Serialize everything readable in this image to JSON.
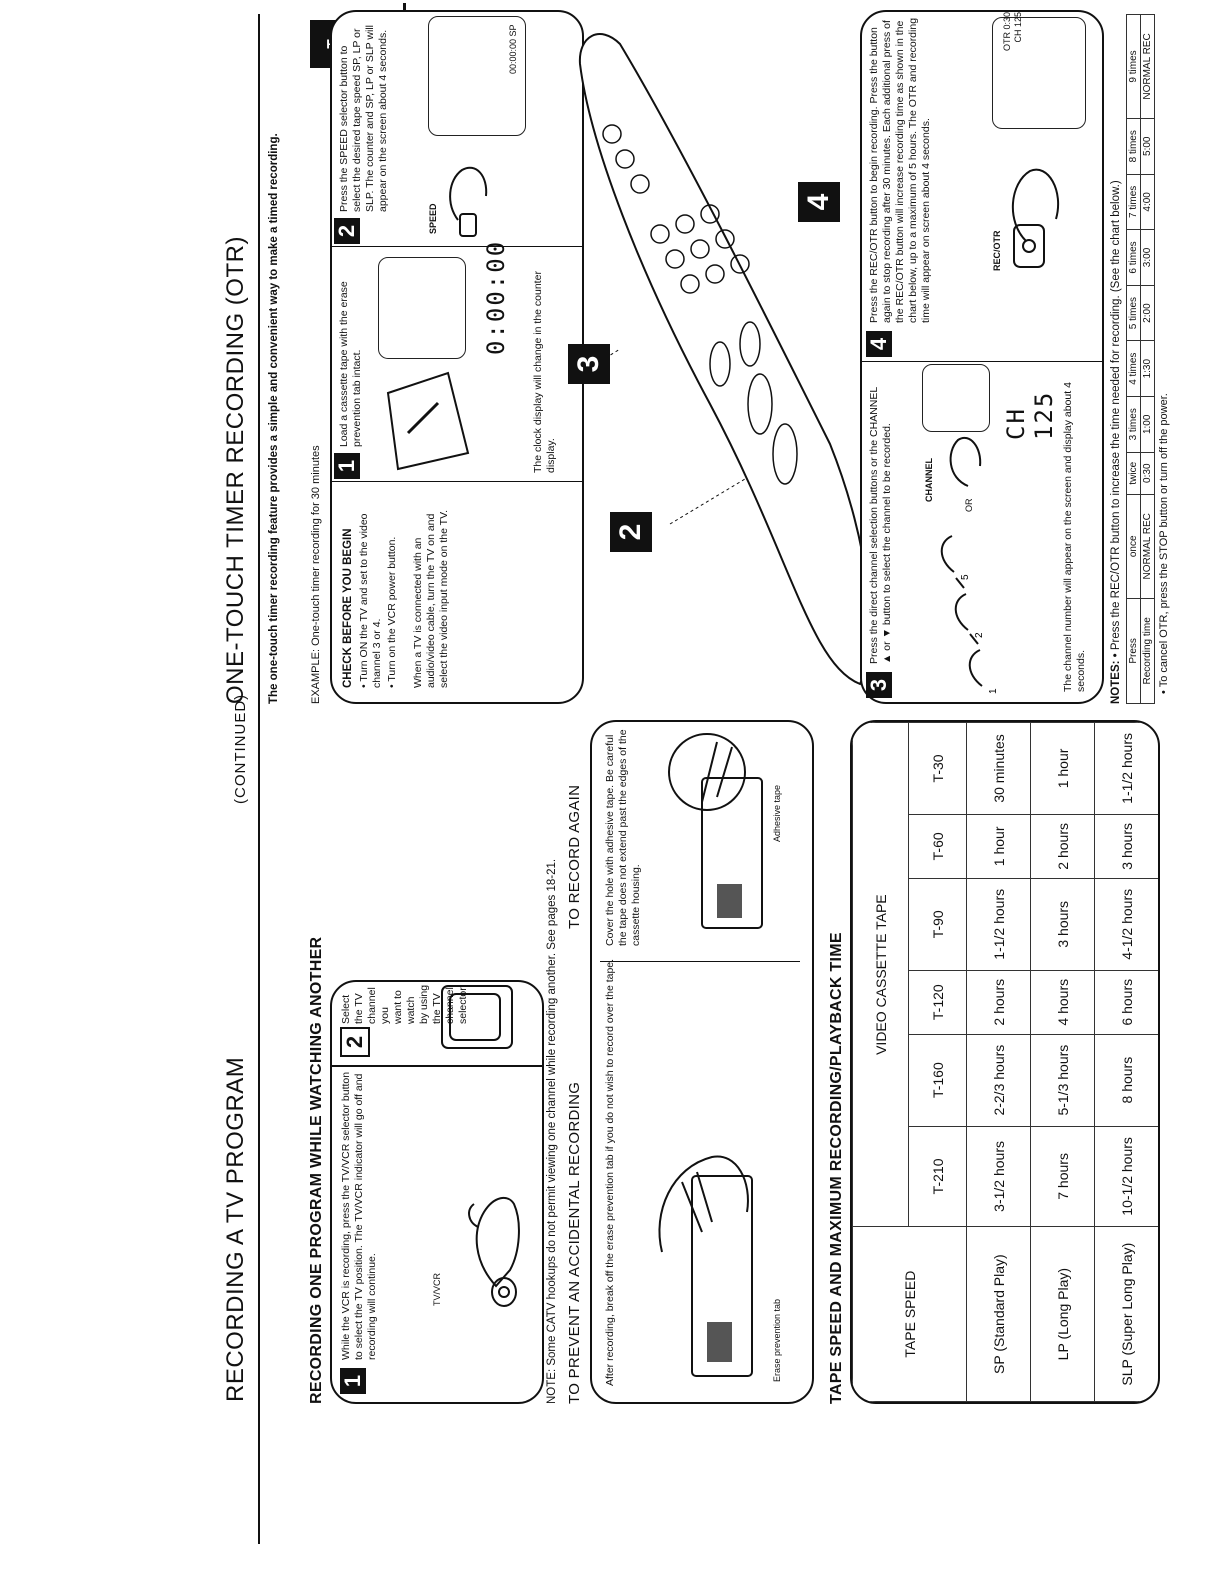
{
  "left": {
    "title": "RECORDING A TV PROGRAM",
    "continued": "(CONTINUED)",
    "watch": {
      "heading": "RECORDING ONE PROGRAM WHILE WATCHING ANOTHER",
      "step1": {
        "num": "1",
        "text": "While the VCR is recording, press the TV/VCR selector button to select the TV position. The TV/VCR indicator will go off and recording will continue.",
        "button_label": "TV/VCR"
      },
      "step2": {
        "num": "2",
        "text": "Select the TV channel you want to watch by using the TV channel selector."
      }
    },
    "note": "NOTE: Some CATV hookups do not permit viewing one channel while recording another. See pages 18-21.",
    "prevent": {
      "heading": "TO PREVENT AN ACCIDENTAL RECORDING",
      "text": "After recording, break off the erase prevention tab if you do not wish to record over the tape.",
      "callout": "Erase prevention tab"
    },
    "record_again": {
      "heading": "TO RECORD AGAIN",
      "text": "Cover the hole with adhesive tape. Be careful the tape does not extend past the edges of the cassette housing.",
      "callout": "Adhesive tape"
    },
    "tape_table": {
      "heading": "TAPE SPEED AND MAXIMUM RECORDING/PLAYBACK TIME",
      "corner": "TAPE SPEED",
      "group": "VIDEO CASSETTE TAPE",
      "columns": [
        "T-210",
        "T-160",
        "T-120",
        "T-90",
        "T-60",
        "T-30"
      ],
      "rows": [
        {
          "speed": "SP (Standard Play)",
          "values": [
            "3-1/2 hours",
            "2-2/3 hours",
            "2 hours",
            "1-1/2 hours",
            "1 hour",
            "30 minutes"
          ]
        },
        {
          "speed": "LP (Long Play)",
          "values": [
            "7 hours",
            "5-1/3 hours",
            "4 hours",
            "3 hours",
            "2 hours",
            "1 hour"
          ]
        },
        {
          "speed": "SLP (Super Long Play)",
          "values": [
            "10-1/2 hours",
            "8 hours",
            "6 hours",
            "4-1/2 hours",
            "3 hours",
            "1-1/2 hours"
          ]
        }
      ]
    }
  },
  "right": {
    "title": "ONE-TOUCH TIMER RECORDING (OTR)",
    "intro": "The one-touch timer recording feature provides a simple and convenient way to make a timed recording.",
    "language_tab": "ENGLISH",
    "example": "EXAMPLE: One-touch timer recording for 30 minutes",
    "check": {
      "heading": "CHECK BEFORE YOU BEGIN",
      "items": [
        "• Turn ON the TV and set to the video channel 3 or 4.",
        "• Turn on the VCR power button."
      ],
      "note": "When a TV is connected with an audio/video cable, turn the TV on and select the video input mode on the TV."
    },
    "step1": {
      "num": "1",
      "text": "Load a cassette tape with the erase prevention tab intact.",
      "display": "0:00:00",
      "caption": "The clock display will change in the counter display."
    },
    "step2": {
      "num": "2",
      "text": "Press the SPEED selector button to select the desired tape speed SP, LP or SLP. The counter and SP, LP or SLP will appear on the screen about 4 seconds.",
      "button_label": "SPEED",
      "osd": "00:00:00 SP"
    },
    "remote": {
      "badge_2": "2",
      "badge_3": "3",
      "badge_4": "4"
    },
    "step3": {
      "num": "3",
      "text": "Press the direct channel selection buttons or the CHANNEL ▲ or ▼ button to select the channel to be recorded.",
      "button_label": "CHANNEL",
      "or": "OR",
      "display": "CH 125",
      "caption": "The channel number will appear on the screen and display about 4 seconds."
    },
    "step4": {
      "num": "4",
      "text": "Press the REC/OTR button to begin recording. Press the button again to stop recording after 30 minutes. Each additional press of the REC/OTR button will increase recording time as shown in the chart below, up to a maximum of 5 hours. The OTR and recording time will appear on screen about 4 seconds.",
      "button_label": "REC/OTR",
      "osd": "OTR 0:30 CH 125"
    },
    "notes": {
      "label": "NOTES:",
      "items": [
        "• Press the REC/OTR button to increase the time needed for recording. (See the chart below.)",
        "• To cancel OTR, press the STOP button or turn off the power."
      ]
    },
    "otr_table": {
      "press_label": "Press",
      "time_label": "Recording time",
      "press": [
        "once",
        "twice",
        "3 times",
        "4 times",
        "5 times",
        "6 times",
        "7 times",
        "8 times",
        "9 times"
      ],
      "time": [
        "NORMAL REC",
        "0:30",
        "1:00",
        "1:30",
        "2:00",
        "3:00",
        "4:00",
        "5:00",
        "NORMAL REC"
      ]
    }
  }
}
